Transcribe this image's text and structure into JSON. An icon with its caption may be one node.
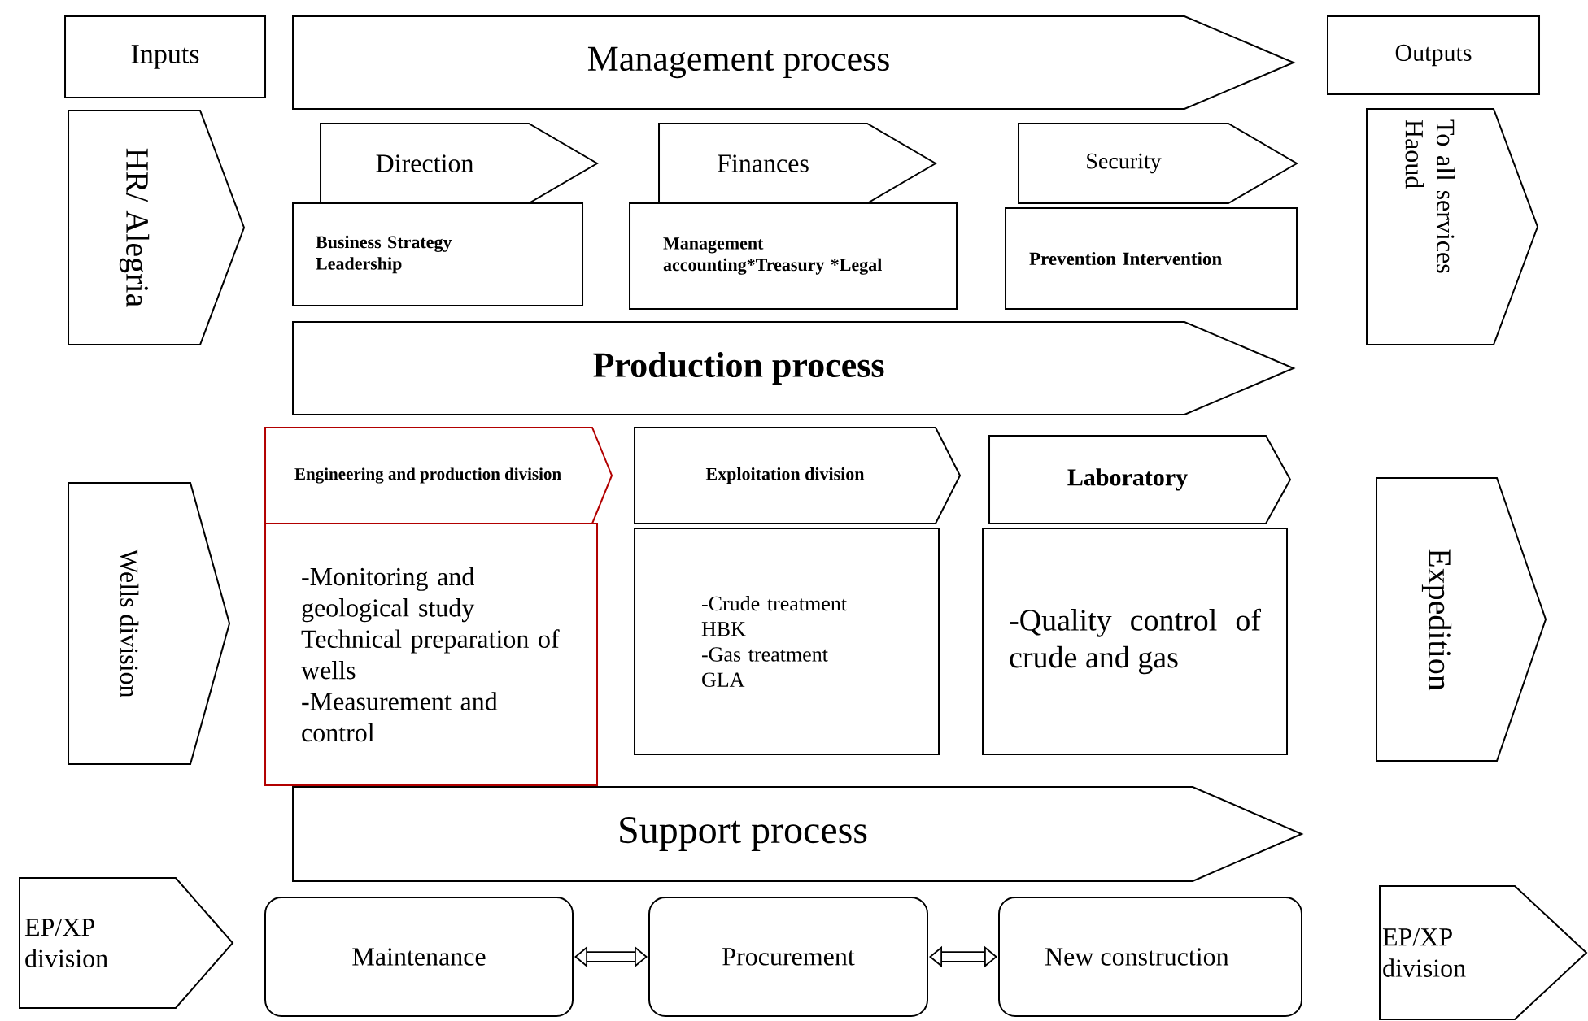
{
  "diagram": {
    "nodes": [
      {
        "text": [
          "Inputs"
        ]
      },
      {
        "text": [
          "Management process"
        ]
      },
      {
        "text": [
          "Outputs"
        ]
      },
      {
        "text": [
          "HR/ Alegria"
        ]
      },
      {
        "text": [
          "Direction"
        ]
      },
      {
        "text": [
          "Business Strategy",
          "Leadership"
        ]
      },
      {
        "text": [
          "Finances"
        ]
      },
      {
        "text": [
          "Management accounting*Treasury *Legal"
        ]
      },
      {
        "text": [
          "Security"
        ]
      },
      {
        "text": [
          "Prevention Intervention"
        ]
      },
      {
        "text": [
          "To all services Haoud"
        ]
      },
      {
        "text": [
          "Production process"
        ]
      },
      {
        "text": [
          "Wells division"
        ]
      },
      {
        "text": [
          "Engineering and production division"
        ]
      },
      {
        "text": [
          "-Monitoring and geological study",
          "Technical preparation of wells",
          "-Measurement and control"
        ]
      },
      {
        "text": [
          "Exploitation division"
        ]
      },
      {
        "text": [
          "-Crude treatment HBK",
          "-Gas treatment GLA"
        ]
      },
      {
        "text": [
          "Laboratory"
        ]
      },
      {
        "text": [
          "-Quality control of crude and gas"
        ]
      },
      {
        "text": [
          "Expedition"
        ]
      },
      {
        "text": [
          "Support process"
        ]
      },
      {
        "text": [
          "EP/XP division"
        ]
      },
      {
        "text": [
          "Maintenance"
        ]
      },
      {
        "text": [
          "Procurement"
        ]
      },
      {
        "text": [
          "New construction"
        ]
      },
      {
        "text": [
          "EP/XP division"
        ]
      }
    ],
    "edges": [
      {
        "from": 22,
        "to": 23,
        "arrow": "both"
      },
      {
        "from": 23,
        "to": 24,
        "arrow": "both"
      }
    ]
  }
}
